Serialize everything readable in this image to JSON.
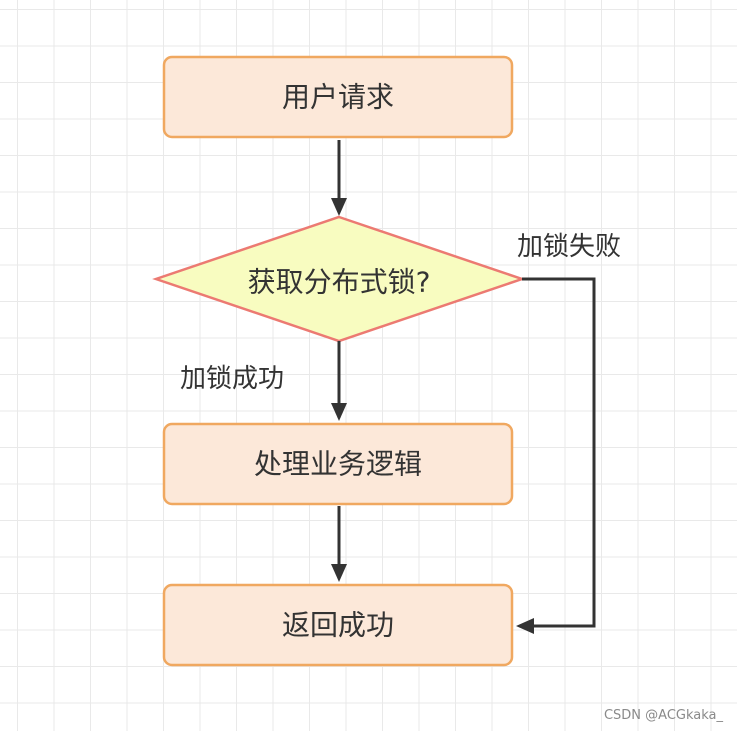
{
  "nodes": {
    "user_request": "用户请求",
    "acquire_lock": "获取分布式锁?",
    "handle_logic": "处理业务逻辑",
    "return_success": "返回成功"
  },
  "edges": {
    "lock_success": "加锁成功",
    "lock_fail": "加锁失败"
  },
  "watermark": "CSDN @ACGkaka_",
  "colors": {
    "process_fill": "#fce8d9",
    "process_stroke": "#f0a860",
    "decision_fill": "#f8fcc0",
    "decision_stroke": "#ec7a72",
    "arrow": "#333333"
  }
}
